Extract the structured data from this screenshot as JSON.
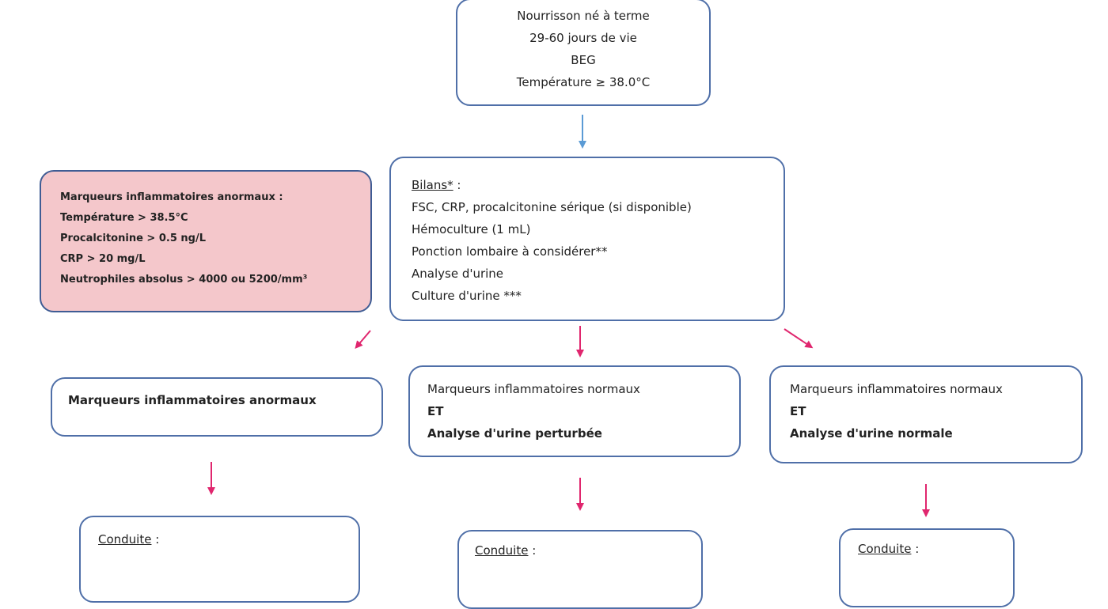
{
  "start": {
    "lines": [
      "Nourrisson né à terme",
      "29-60 jours de vie",
      "BEG",
      "Température ≥ 38.0°C"
    ]
  },
  "bilans": {
    "title": "Bilans*",
    "colon": " :",
    "lines": [
      "FSC, CRP, procalcitonine sérique (si disponible)",
      "Hémoculture (1 mL)",
      "Ponction lombaire à considérer**",
      "Analyse d'urine",
      "Culture d'urine ***"
    ]
  },
  "abnormal_markers": {
    "title": "Marqueurs inflammatoires anormaux :",
    "lines": [
      "Température > 38.5°C",
      "Procalcitonine > 0.5 ng/L",
      "CRP > 20 mg/L",
      "Neutrophiles absolus > 4000 ou 5200/mm³"
    ]
  },
  "result_left": {
    "text": "Marqueurs inflammatoires anormaux"
  },
  "result_mid": {
    "line1": "Marqueurs inflammatoires normaux",
    "line2": "ET",
    "line3": "Analyse d'urine perturbée"
  },
  "result_right": {
    "line1": "Marqueurs inflammatoires normaux",
    "line2": "ET",
    "line3": "Analyse d'urine normale"
  },
  "conduite": {
    "label": "Conduite",
    "colon": " :"
  },
  "colors": {
    "border": "#4f6fa8",
    "pink_fill": "#f4c7cb",
    "arrow_blue": "#5b9bd5",
    "arrow_pink": "#e0266e"
  }
}
